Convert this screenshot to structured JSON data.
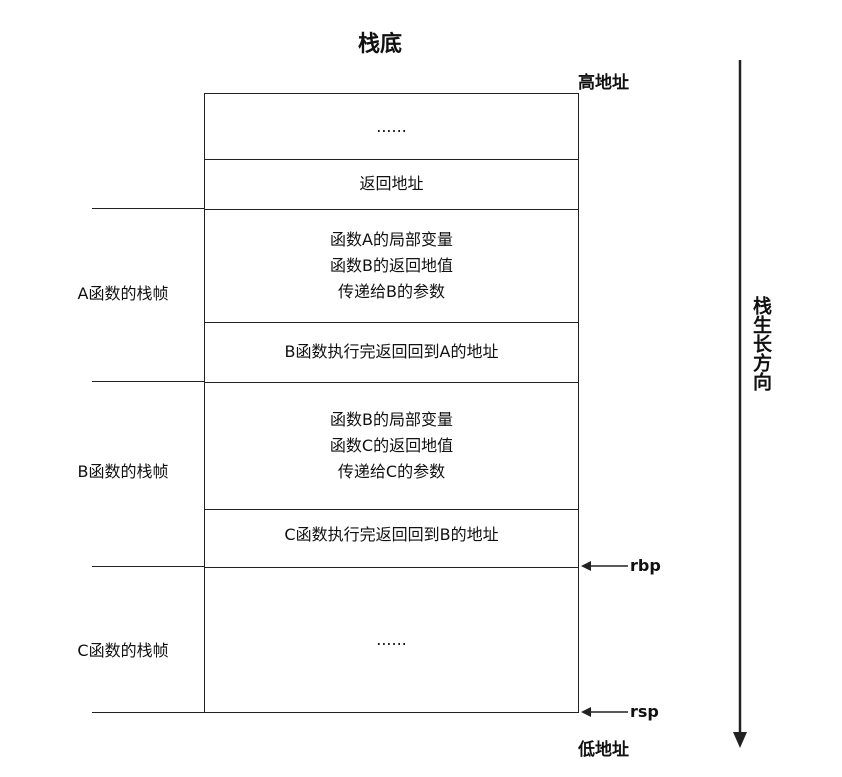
{
  "title": "栈底",
  "address": {
    "high": "高地址",
    "low": "低地址"
  },
  "cells": [
    {
      "lines": [
        "......"
      ]
    },
    {
      "lines": [
        "返回地址"
      ]
    },
    {
      "lines": [
        "函数A的局部变量",
        "函数B的返回地值",
        "传递给B的参数"
      ]
    },
    {
      "lines": [
        "B函数执行完返回回到A的地址"
      ]
    },
    {
      "lines": [
        "函数B的局部变量",
        "函数C的返回地值",
        "传递给C的参数"
      ]
    },
    {
      "lines": [
        "C函数执行完返回回到B的地址"
      ]
    },
    {
      "lines": [
        "......"
      ]
    }
  ],
  "frames": [
    {
      "label": "A函数的栈帧"
    },
    {
      "label": "B函数的栈帧"
    },
    {
      "label": "C函数的栈帧"
    }
  ],
  "pointers": {
    "rbp": "rbp",
    "rsp": "rsp"
  },
  "growth_direction": "栈生长方向",
  "colors": {
    "line": "#222222",
    "text": "#111111",
    "background": "#ffffff"
  }
}
